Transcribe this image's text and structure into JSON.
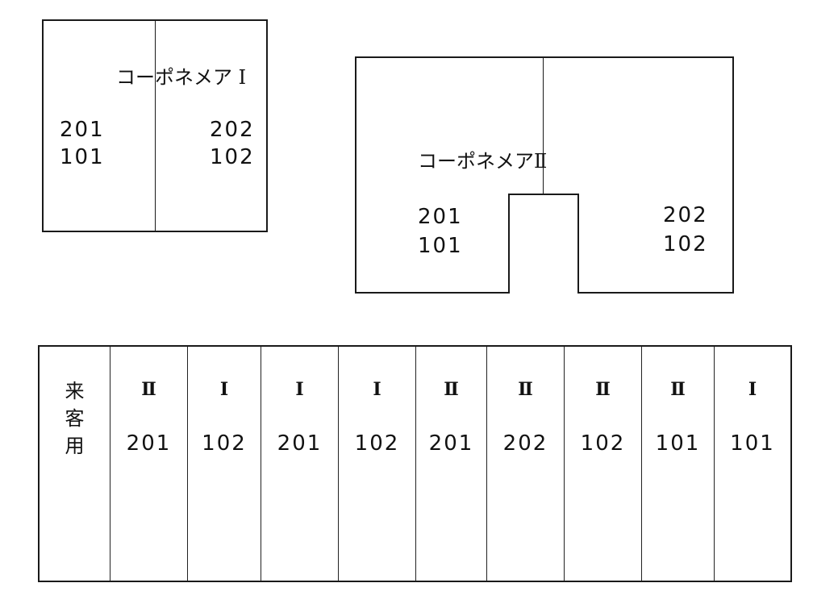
{
  "building1": {
    "name": "コーポネメア Ⅰ",
    "left_units": [
      "201",
      "101"
    ],
    "right_units": [
      "202",
      "102"
    ]
  },
  "building2": {
    "name": "コーポネメアⅡ",
    "left_units": [
      "201",
      "101"
    ],
    "right_units": [
      "202",
      "102"
    ]
  },
  "parking": {
    "guest_label": [
      "来",
      "客",
      "用"
    ],
    "stalls": [
      {
        "building": "Ⅱ",
        "unit": "201"
      },
      {
        "building": "Ⅰ",
        "unit": "102"
      },
      {
        "building": "Ⅰ",
        "unit": "201"
      },
      {
        "building": "Ⅰ",
        "unit": "102"
      },
      {
        "building": "Ⅱ",
        "unit": "201"
      },
      {
        "building": "Ⅱ",
        "unit": "202"
      },
      {
        "building": "Ⅱ",
        "unit": "102"
      },
      {
        "building": "Ⅱ",
        "unit": "101"
      },
      {
        "building": "Ⅰ",
        "unit": "101"
      }
    ]
  }
}
